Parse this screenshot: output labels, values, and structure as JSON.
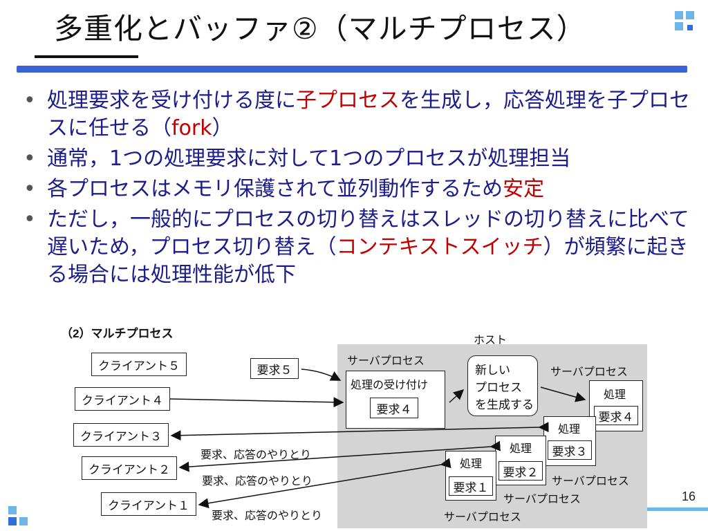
{
  "title": "多重化とバッファ②（マルチプロセス）",
  "bullets": [
    {
      "parts": [
        {
          "text": "処理要求を受け付ける度に"
        },
        {
          "text": "子プロセス",
          "red": true
        },
        {
          "text": "を生成し，応答処理を子プロセスに任せる（"
        },
        {
          "text": "fork",
          "red": true
        },
        {
          "text": "）"
        }
      ]
    },
    {
      "parts": [
        {
          "text": "通常，1つの処理要求に対して1つのプロセスが処理担当"
        }
      ]
    },
    {
      "parts": [
        {
          "text": "各プロセスはメモリ保護されて並列動作するため"
        },
        {
          "text": "安定",
          "red": true
        }
      ]
    },
    {
      "parts": [
        {
          "text": "ただし，一般的にプロセスの切り替えはスレッドの切り替えに比べて遅いため，プロセス切り替え（"
        },
        {
          "text": "コンテキストスイッチ",
          "red": true
        },
        {
          "text": "）が頻繁に起きる場合には処理性能が低下"
        }
      ]
    }
  ],
  "bullet_symbol": "•",
  "diagram": {
    "caption": "（2）マルチプロセス",
    "host_label": "ホスト",
    "clients": [
      "クライアント５",
      "クライアント４",
      "クライアント３",
      "クライアント２",
      "クライアント１"
    ],
    "request5": "要求５",
    "server_process_label": "サーバプロセス",
    "reception_label": "処理の受け付け",
    "request4_pending": "要求４",
    "new_process_lines": [
      "新しい",
      "プロセス",
      "を生成する"
    ],
    "worker_processes": [
      {
        "process": "処理",
        "request": "要求４"
      },
      {
        "process": "処理",
        "request": "要求３"
      },
      {
        "process": "処理",
        "request": "要求２"
      },
      {
        "process": "処理",
        "request": "要求１"
      }
    ],
    "exchange_label": "要求、応答のやりとり"
  },
  "page_number": "16",
  "colors": {
    "accent_blue": "#3a63d8",
    "body_text": "#1c1c8c",
    "highlight_red": "#c00000",
    "host_gray": "#d4d4d4"
  }
}
